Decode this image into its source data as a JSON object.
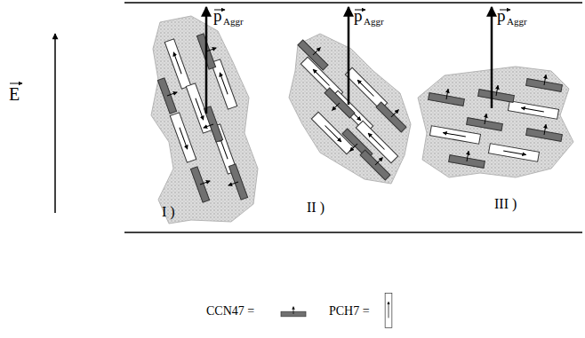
{
  "diagram": {
    "labels": [
      "E",
      "p",
      "Aggr",
      "p",
      "Aggr",
      "p",
      "Aggr",
      "I )",
      "II )",
      "III )"
    ],
    "legend": [
      {
        "text": "CCN47 ="
      },
      {
        "text": "PCH7 ="
      }
    ]
  }
}
